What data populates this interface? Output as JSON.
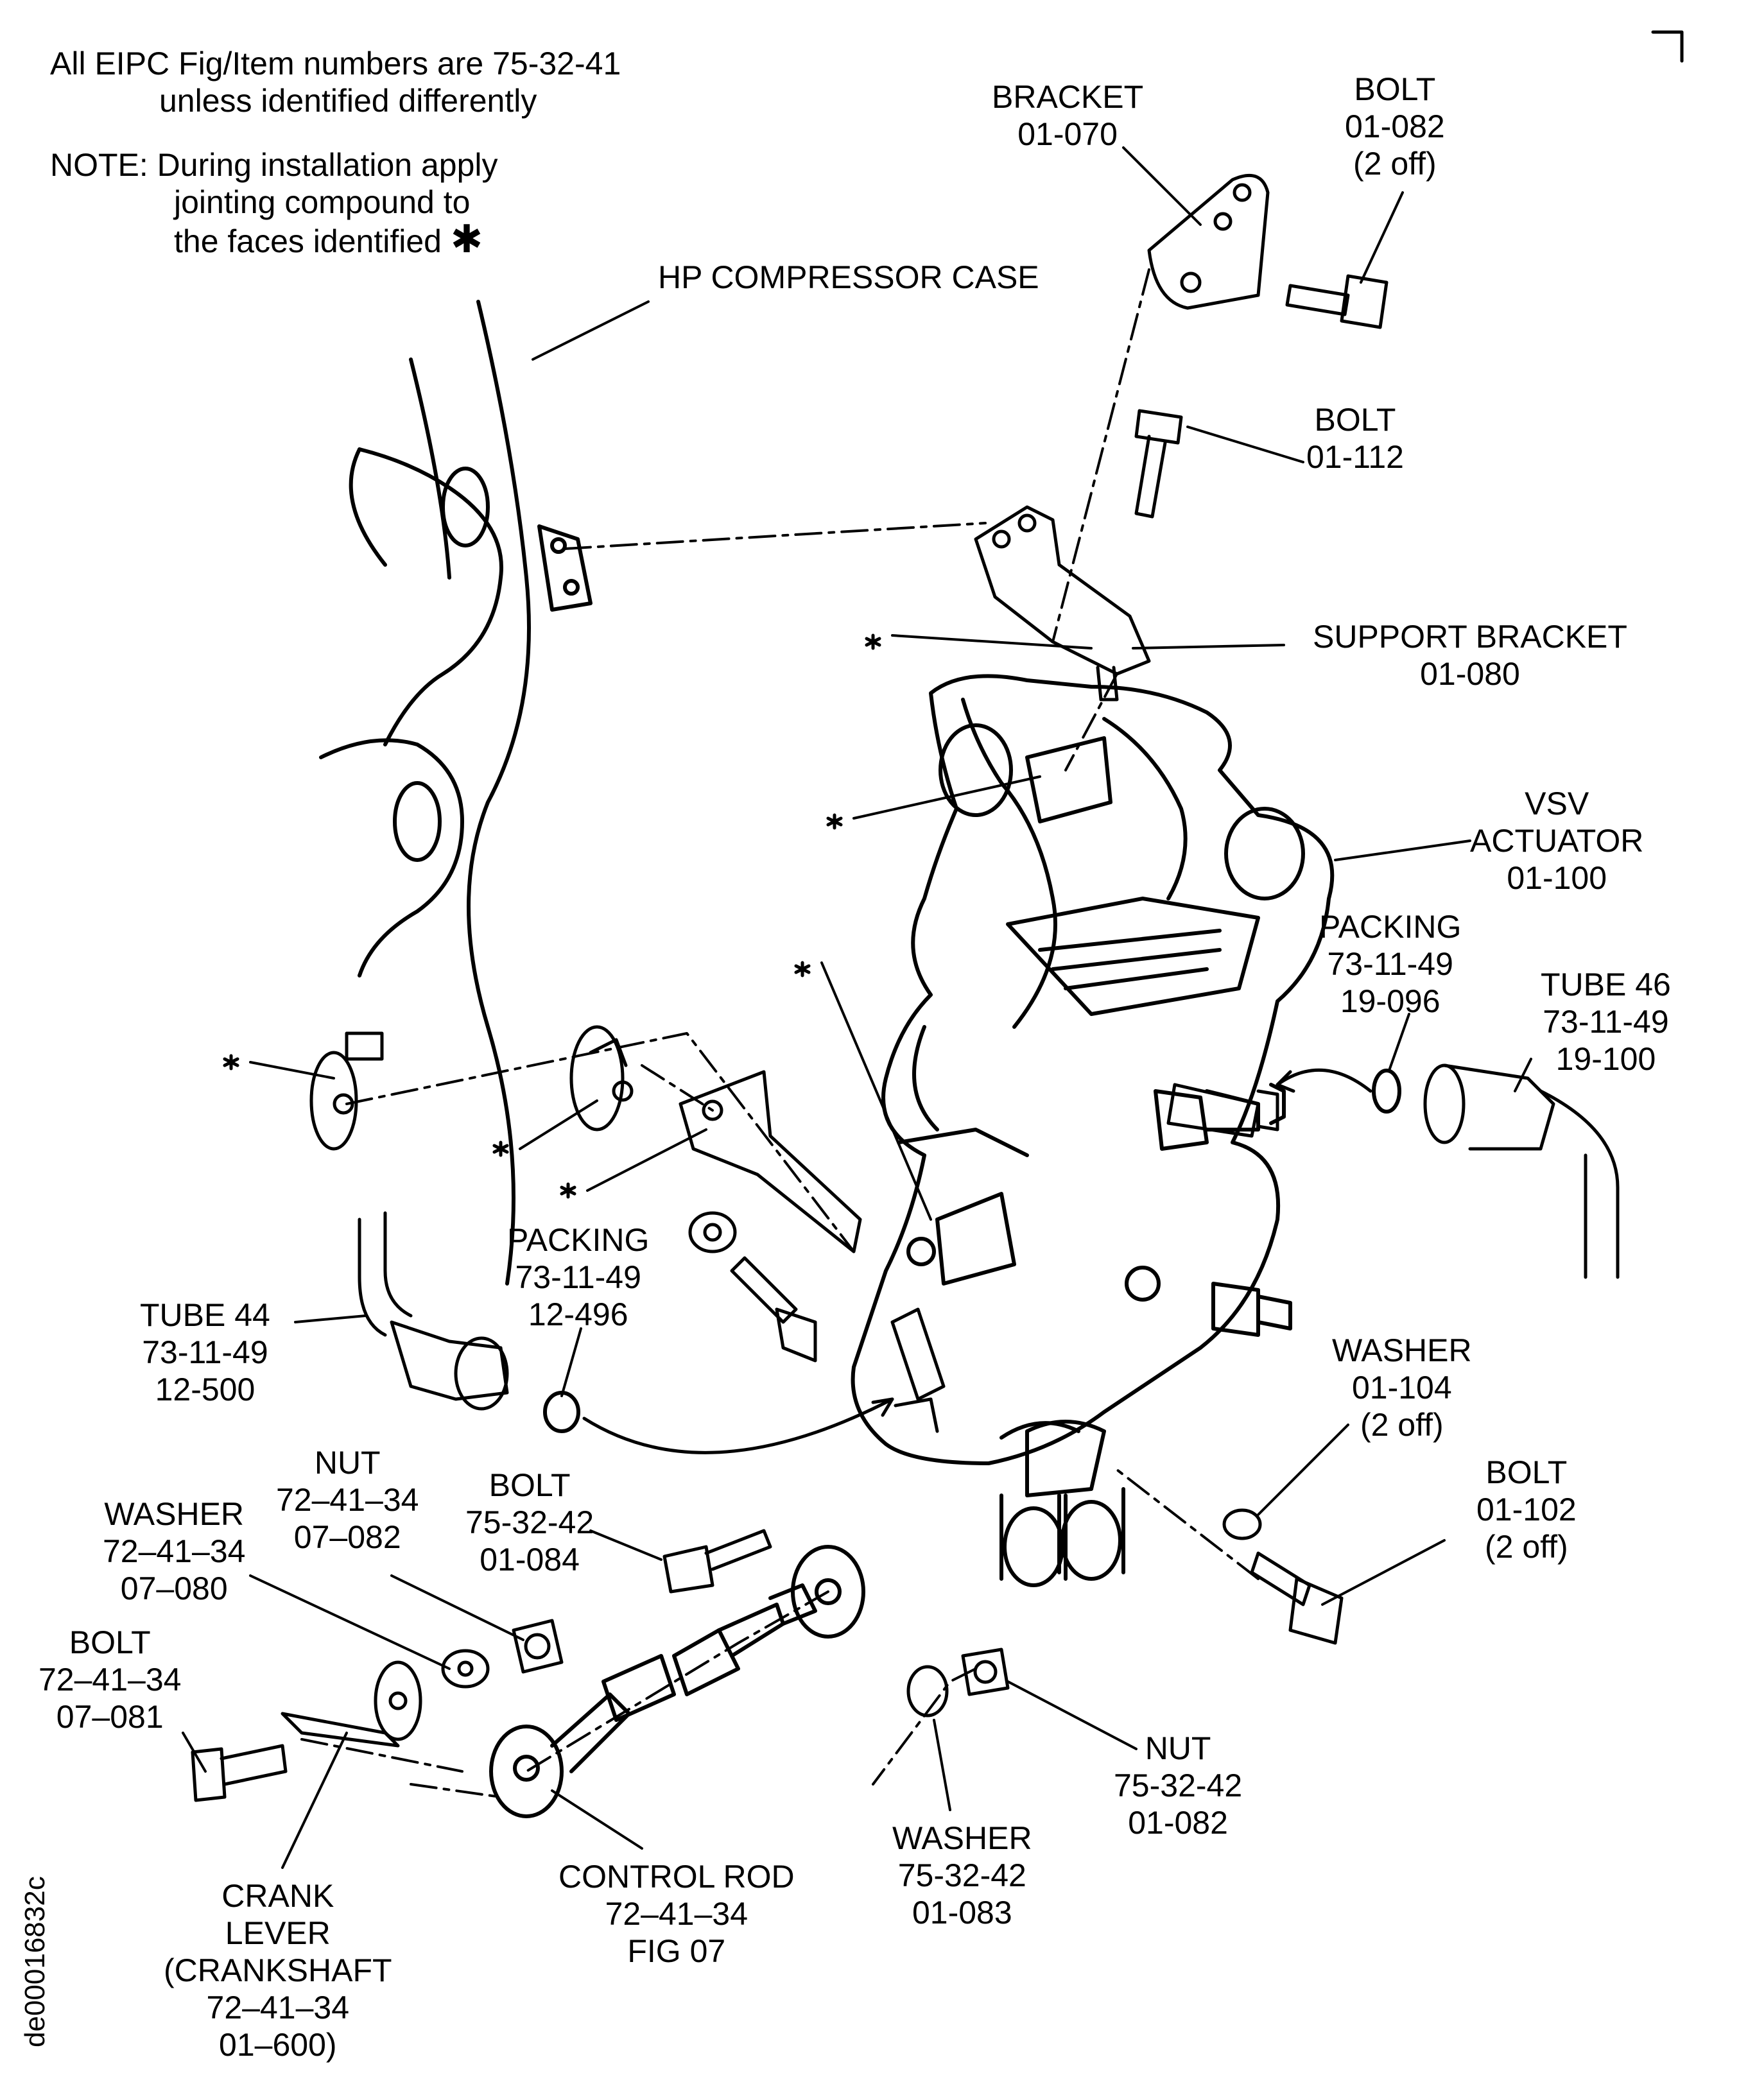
{
  "header": {
    "line1": "All EIPC Fig/Item numbers are 75-32-41",
    "line2": "unless identified differently"
  },
  "note": {
    "line1": "NOTE:  During installation apply",
    "line2": "jointing compound to",
    "line3": "the faces identified",
    "symbol": "✱"
  },
  "labels": {
    "bracket": [
      "BRACKET",
      "01-070"
    ],
    "bolt_082": [
      "BOLT",
      "01-082",
      "(2 off)"
    ],
    "hp_case": [
      "HP COMPRESSOR CASE"
    ],
    "bolt_112": [
      "BOLT",
      "01-112"
    ],
    "support_bracket": [
      "SUPPORT BRACKET",
      "01-080"
    ],
    "vsv": [
      "VSV",
      "ACTUATOR",
      "01-100"
    ],
    "packing_19096": [
      "PACKING",
      "73-11-49",
      "19-096"
    ],
    "tube46": [
      "TUBE 46",
      "73-11-49",
      "19-100"
    ],
    "packing_12496": [
      "PACKING",
      "73-11-49",
      "12-496"
    ],
    "tube44": [
      "TUBE 44",
      "73-11-49",
      "12-500"
    ],
    "washer_104": [
      "WASHER",
      "01-104",
      "(2 off)"
    ],
    "bolt_102": [
      "BOLT",
      "01-102",
      "(2 off)"
    ],
    "nut_72": [
      "NUT",
      "72–41–34",
      "07–082"
    ],
    "washer_72": [
      "WASHER",
      "72–41–34",
      "07–080"
    ],
    "bolt_75_084": [
      "BOLT",
      "75-32-42",
      "01-084"
    ],
    "bolt_72": [
      "BOLT",
      "72–41–34",
      "07–081"
    ],
    "nut_75": [
      "NUT",
      "75-32-42",
      "01-082"
    ],
    "washer_75": [
      "WASHER",
      "75-32-42",
      "01-083"
    ],
    "control_rod": [
      "CONTROL ROD",
      "72–41–34",
      "FIG 07"
    ],
    "crank": [
      "CRANK",
      "LEVER",
      "(CRANKSHAFT",
      "72–41–34",
      "01–600)"
    ]
  },
  "doc_id": "de00016832c",
  "colors": {
    "ink": "#000000",
    "paper": "#ffffff"
  }
}
